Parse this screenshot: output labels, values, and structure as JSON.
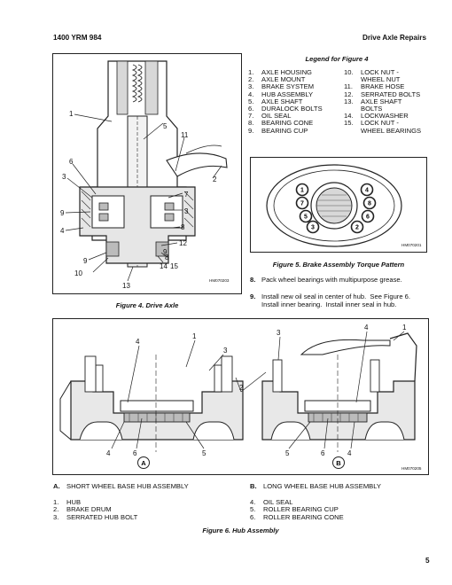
{
  "header": {
    "doc_code": "1400 YRM 984",
    "section": "Drive Axle Repairs"
  },
  "figure4": {
    "caption": "Figure 4. Drive Axle",
    "image_code": "HM070203",
    "callouts": [
      "1",
      "2",
      "3",
      "3",
      "4",
      "5",
      "6",
      "7",
      "8",
      "8",
      "9",
      "9",
      "9",
      "10",
      "11",
      "12",
      "13",
      "14",
      "15"
    ]
  },
  "legend": {
    "title": "Legend for Figure 4",
    "left": [
      {
        "num": "1.",
        "text": "AXLE HOUSING"
      },
      {
        "num": "2.",
        "text": "AXLE MOUNT"
      },
      {
        "num": "3.",
        "text": "BRAKE SYSTEM"
      },
      {
        "num": "4.",
        "text": "HUB ASSEMBLY"
      },
      {
        "num": "5.",
        "text": "AXLE SHAFT"
      },
      {
        "num": "6.",
        "text": "DURALOCK BOLTS"
      },
      {
        "num": "7.",
        "text": "OIL SEAL"
      },
      {
        "num": "8.",
        "text": "BEARING CONE"
      },
      {
        "num": "9.",
        "text": "BEARING CUP"
      }
    ],
    "right": [
      {
        "num": "10.",
        "text": "LOCK NUT -\nWHEEL NUT"
      },
      {
        "num": "11.",
        "text": "BRAKE HOSE"
      },
      {
        "num": "12.",
        "text": "SERRATED BOLTS"
      },
      {
        "num": "13.",
        "text": "AXLE SHAFT\nBOLTS"
      },
      {
        "num": "14.",
        "text": "LOCKWASHER"
      },
      {
        "num": "15.",
        "text": "LOCK NUT -\nWHEEL BEARINGS"
      }
    ]
  },
  "figure5": {
    "caption": "Figure 5. Brake Assembly Torque Pattern",
    "image_code": "HM070201",
    "bolts": [
      "1",
      "2",
      "3",
      "4",
      "5",
      "6",
      "7",
      "8"
    ]
  },
  "steps": [
    {
      "num": "8.",
      "text": "Pack wheel bearings with multipurpose grease."
    },
    {
      "num": "9.",
      "text": "Install new oil seal in center of hub.  See Figure 6.\nInstall inner bearing.  Install inner seal in hub."
    }
  ],
  "figure6": {
    "caption": "Figure 6. Hub Assembly",
    "image_code": "HM070205",
    "view_a": "A",
    "view_b": "B",
    "callouts_a_top": [
      "4",
      "1",
      "3"
    ],
    "callouts_a_bottom": [
      "4",
      "6",
      "5"
    ],
    "callouts_b_top": [
      "3",
      "4",
      "1"
    ],
    "callouts_b_bottom": [
      "5",
      "6",
      "4"
    ],
    "callout_shared": "2"
  },
  "hub_legend": {
    "a_label": "A.",
    "a_text": "SHORT WHEEL BASE HUB ASSEMBLY",
    "b_label": "B.",
    "b_text": "LONG WHEEL BASE HUB ASSEMBLY",
    "left": [
      {
        "num": "1.",
        "text": "HUB"
      },
      {
        "num": "2.",
        "text": "BRAKE DRUM"
      },
      {
        "num": "3.",
        "text": "SERRATED HUB BOLT"
      }
    ],
    "right": [
      {
        "num": "4.",
        "text": "OIL SEAL"
      },
      {
        "num": "5.",
        "text": "ROLLER BEARING CUP"
      },
      {
        "num": "6.",
        "text": "ROLLER BEARING CONE"
      }
    ]
  },
  "page_number": "5"
}
